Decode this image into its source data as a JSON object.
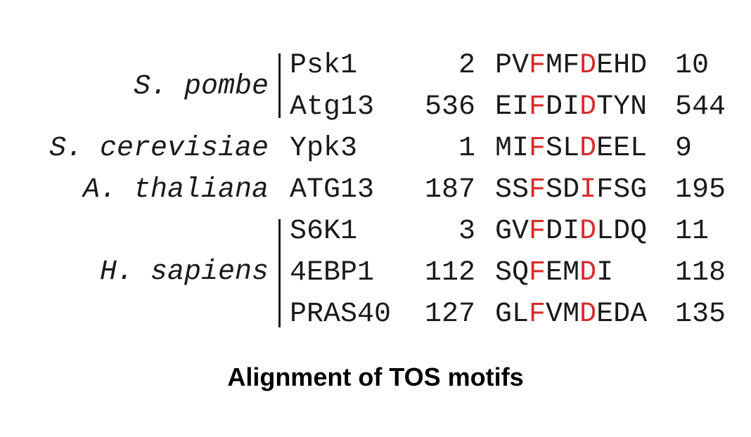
{
  "species_groups": [
    {
      "label": "S. pombe",
      "has_bar": true
    },
    {
      "label": "S. cerevisiae",
      "has_bar": false
    },
    {
      "label": "A. thaliana",
      "has_bar": false
    },
    {
      "label": "H. sapiens",
      "has_bar": true
    }
  ],
  "rows": [
    {
      "protein": "Psk1",
      "start": "2",
      "seq": "PVFMFDEHD",
      "end": "10"
    },
    {
      "protein": "Atg13",
      "start": "536",
      "seq": "EIFDIDTYN",
      "end": "544"
    },
    {
      "protein": "Ypk3",
      "start": "1",
      "seq": "MIFSLDEEL",
      "end": "9"
    },
    {
      "protein": "ATG13",
      "start": "187",
      "seq": "SSFSDIFSG",
      "end": "195"
    },
    {
      "protein": "S6K1",
      "start": "3",
      "seq": "GVFDIDLDQ",
      "end": "11"
    },
    {
      "protein": "4EBP1",
      "start": "112",
      "seq": "SQFEMDI",
      "end": "118"
    },
    {
      "protein": "PRAS40",
      "start": "127",
      "seq": "GLFVMDEDA",
      "end": "135"
    }
  ],
  "highlight_positions": [
    2,
    5
  ],
  "colors": {
    "text": "#1a1a1a",
    "highlight": "#d92b2b"
  },
  "caption": "Alignment of TOS motifs"
}
